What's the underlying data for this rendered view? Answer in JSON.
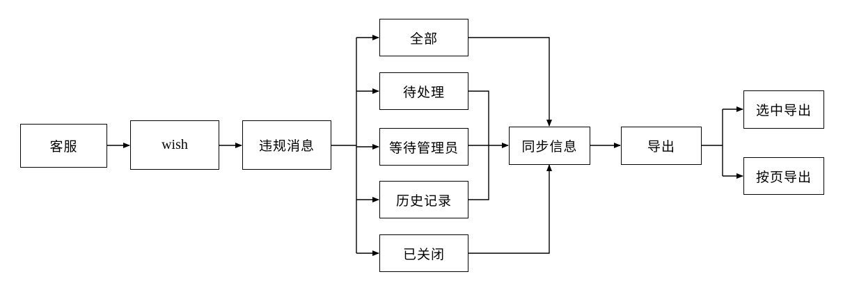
{
  "nodes": {
    "kefu": "客服",
    "wish": "wish",
    "weigui": "违规消息",
    "quanbu": "全部",
    "daichuli": "待处理",
    "dengdai": "等待管理员",
    "lishi": "历史记录",
    "yiguanbi": "已关闭",
    "tongbu": "同步信息",
    "daochu": "导出",
    "xuanzhong": "选中导出",
    "anye": "按页导出"
  },
  "edges": [
    [
      "kefu",
      "wish"
    ],
    [
      "wish",
      "weigui"
    ],
    [
      "weigui",
      "quanbu"
    ],
    [
      "weigui",
      "daichuli"
    ],
    [
      "weigui",
      "dengdai"
    ],
    [
      "weigui",
      "lishi"
    ],
    [
      "weigui",
      "yiguanbi"
    ],
    [
      "quanbu",
      "tongbu"
    ],
    [
      "daichuli",
      "tongbu"
    ],
    [
      "dengdai",
      "tongbu"
    ],
    [
      "lishi",
      "tongbu"
    ],
    [
      "yiguanbi",
      "tongbu"
    ],
    [
      "tongbu",
      "daochu"
    ],
    [
      "daochu",
      "xuanzhong"
    ],
    [
      "daochu",
      "anye"
    ]
  ]
}
